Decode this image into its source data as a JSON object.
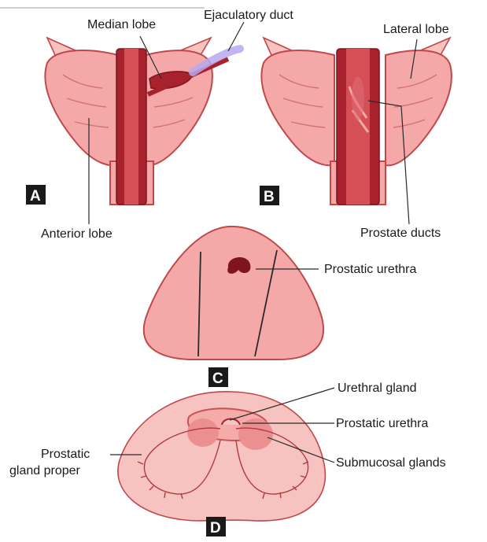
{
  "labels": {
    "ejaculatory_duct": "Ejaculatory duct",
    "median_lobe": "Median lobe",
    "lateral_lobe": "Lateral lobe",
    "anterior_lobe": "Anterior lobe",
    "prostate_ducts": "Prostate ducts",
    "prostatic_urethra_c": "Prostatic urethra",
    "urethral_gland": "Urethral gland",
    "prostatic_urethra_d": "Prostatic urethra",
    "submucosal_glands": "Submucosal glands",
    "prostatic_line1": "Prostatic",
    "prostatic_line2": "gland proper"
  },
  "panels": {
    "a": "A",
    "b": "B",
    "c": "C",
    "d": "D"
  },
  "colors": {
    "tissue": "#f4a9a8",
    "tissue_outline": "#c0474a",
    "urethra": "#a8222e",
    "duct": "#b9a8f0",
    "panel_badge": "#1a1a1a"
  }
}
